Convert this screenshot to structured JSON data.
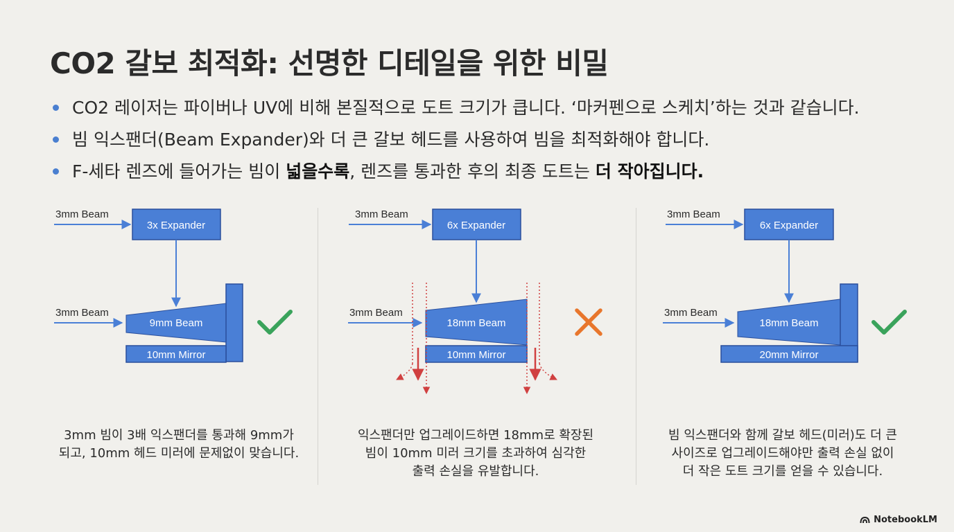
{
  "title": "CO2 갈보 최적화: 선명한 디테일을 위한 비밀",
  "bullets": [
    {
      "text": "CO2 레이저는 파이버나 UV에 비해 본질적으로 도트 크기가 큽니다. ‘마커펜으로 스케치’하는 것과 같습니다."
    },
    {
      "text": "빔 익스팬더(Beam Expander)와 더 큰 갈보 헤드를 사용하여 빔을 최적화해야 합니다."
    },
    {
      "pre": "F-세타 렌즈에 들어가는 빔이 ",
      "bold1": "넓을수록",
      "mid": ", 렌즈를 통과한 후의 최종 도트는 ",
      "bold2": "더 작아집니다."
    }
  ],
  "panels": [
    {
      "top_beam": "3mm Beam",
      "expander": "3x Expander",
      "side_beam": "3mm Beam",
      "result_beam": "9mm Beam",
      "mirror": "10mm Mirror",
      "status": "ok",
      "caption": [
        "3mm 빔이 3배 익스팬더를 통과해 9mm가",
        "되고, 10mm 헤드 미러에 문제없이 맞습니다."
      ]
    },
    {
      "top_beam": "3mm Beam",
      "expander": "6x Expander",
      "side_beam": "3mm Beam",
      "result_beam": "18mm Beam",
      "mirror": "10mm Mirror",
      "status": "fail",
      "caption": [
        "익스팬더만 업그레이드하면 18mm로 확장된",
        "빔이 10mm 미러 크기를 초과하여 심각한",
        "출력 손실을 유발합니다."
      ]
    },
    {
      "top_beam": "3mm Beam",
      "expander": "6x Expander",
      "side_beam": "3mm Beam",
      "result_beam": "18mm Beam",
      "mirror": "20mm Mirror",
      "status": "ok",
      "caption": [
        "빔 익스팬더와 함께 갈보 헤드(미러)도 더 큰",
        "사이즈로 업그레이드해야만 출력 손실 없이",
        "더 작은 도트 크기를 얻을 수 있습니다."
      ]
    }
  ],
  "logo": "NotebookLM",
  "colors": {
    "blue": "#4a7fd6",
    "blue_dark": "#2a4f9c",
    "check": "#3aa35b",
    "cross": "#e8762c",
    "loss": "#d04040"
  }
}
